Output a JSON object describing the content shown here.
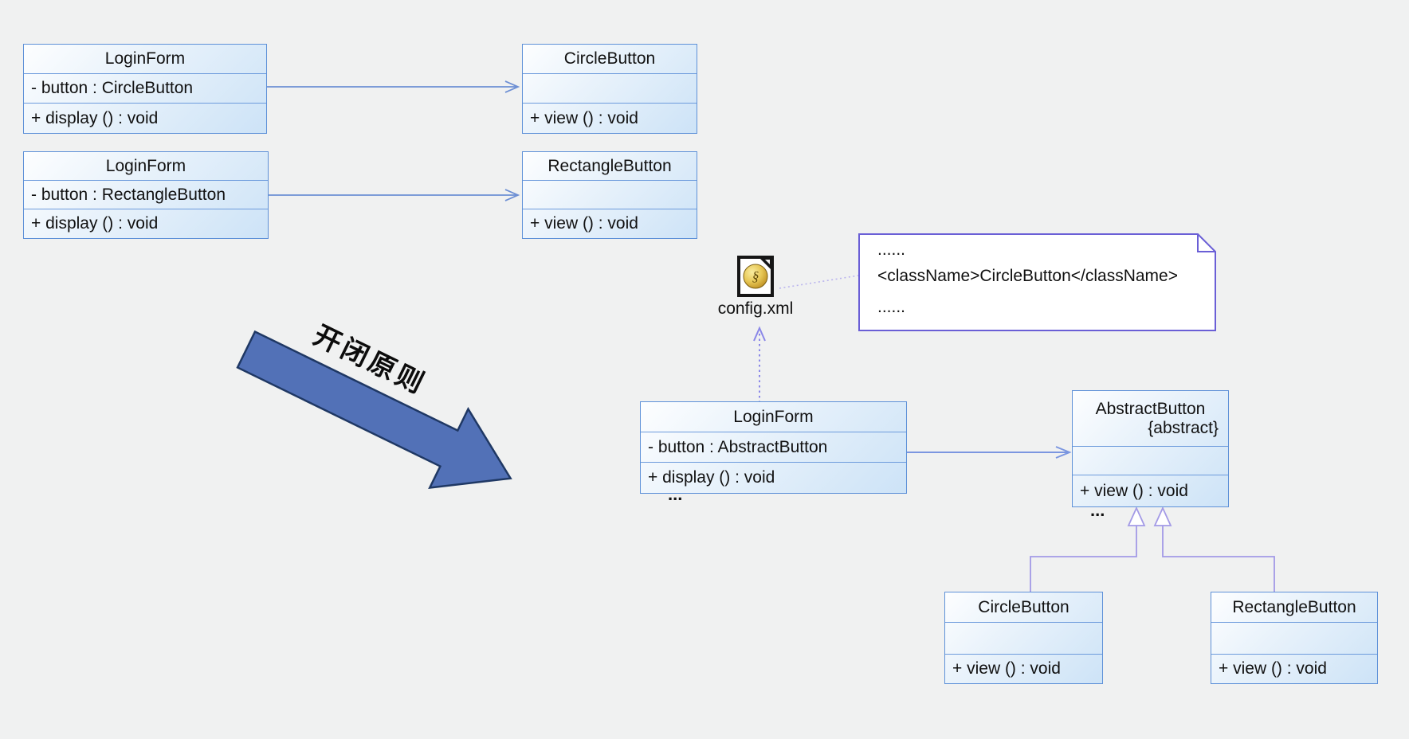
{
  "background_color": "#f0f1f1",
  "palette": {
    "box_border": "#5e91d8",
    "box_fill_gradient": [
      "#fdfeff",
      "#cde3f7"
    ],
    "top_arrow_line": "#6d8fd4",
    "association_line": "#7b96e0",
    "generalization_line": "#a39ae6",
    "dependency_line": "#8a87e8",
    "note_link_line": "#b9b3ee",
    "note_border": "#6a5fd6",
    "banner_fill": "#5271b7",
    "banner_stroke": "#1f3864"
  },
  "classes": {
    "loginform_circle": {
      "title": "LoginForm",
      "attribute": "- button : CircleButton",
      "operation": "+ display () : void"
    },
    "circlebutton_top": {
      "title": "CircleButton",
      "operation": "+ view () : void"
    },
    "loginform_rectangle": {
      "title": "LoginForm",
      "attribute": "- button : RectangleButton",
      "operation": "+ display () : void"
    },
    "rectanglebutton_top": {
      "title": "RectangleButton",
      "operation": "+ view () : void"
    },
    "loginform_abstract": {
      "title": "LoginForm",
      "attribute": "- button : AbstractButton",
      "operation": "+ display () : void",
      "ellipsis": "..."
    },
    "abstractbutton": {
      "title": "AbstractButton",
      "stereotype": "{abstract}",
      "operation": "+ view () : void",
      "ellipsis": "..."
    },
    "circlebutton_bottom": {
      "title": "CircleButton",
      "operation": "+ view () : void"
    },
    "rectanglebutton_bottom": {
      "title": "RectangleButton",
      "operation": "+ view () : void"
    }
  },
  "artifact": {
    "label": "config.xml",
    "emblem": "§"
  },
  "note": {
    "line1": "......",
    "line2": "<className>CircleButton</className>",
    "line3": "......"
  },
  "banner": {
    "label": "开闭原则"
  }
}
